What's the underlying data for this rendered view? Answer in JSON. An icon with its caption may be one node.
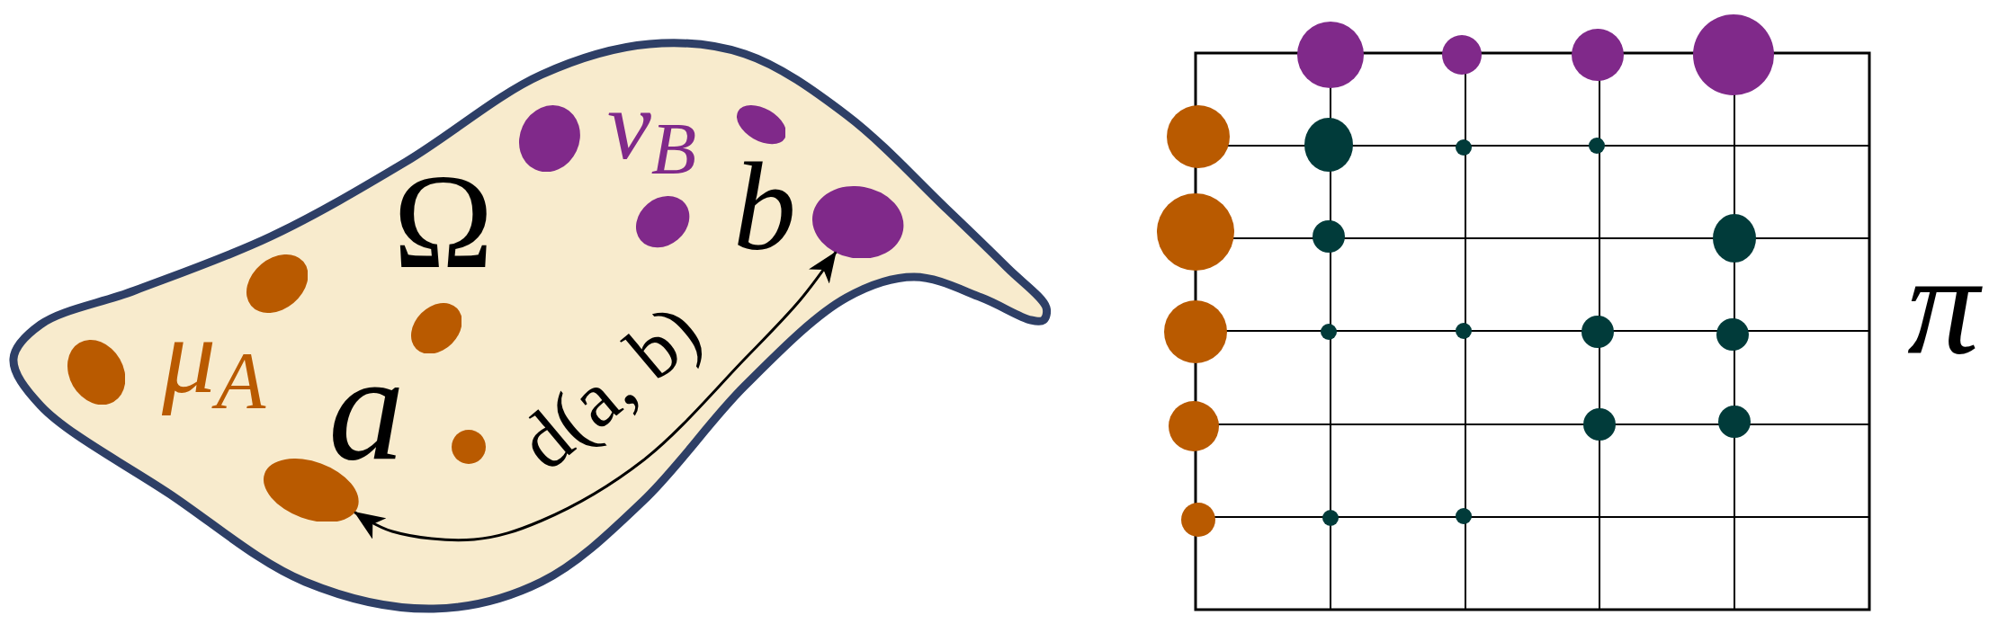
{
  "diagram": {
    "nodes": [
      {
        "text": [
          "Ω",
          "μ$_{A}$",
          "ν$_{B}$"
        ]
      },
      {
        "text": [],
        "shape": "ellipse",
        "in": 0
      },
      {
        "text": [],
        "shape": "ellipse",
        "in": 0
      },
      {
        "text": [],
        "shape": "ellipse",
        "in": 0,
        "beside": [
          "a"
        ]
      },
      {
        "text": [],
        "shape": "ellipse",
        "in": 0
      },
      {
        "text": [],
        "shape": "circle",
        "in": 0
      },
      {
        "text": [],
        "shape": "ellipse",
        "in": 0
      },
      {
        "text": [],
        "shape": "ellipse",
        "in": 0
      },
      {
        "text": [],
        "shape": "ellipse",
        "in": 0
      },
      {
        "text": [],
        "shape": "ellipse",
        "in": 0,
        "beside": [
          "b"
        ]
      }
    ],
    "edges": [
      {
        "from": 3,
        "to": 9,
        "arrow": "both",
        "label": "d(a, b)"
      }
    ],
    "labels": [
      "π"
    ]
  }
}
